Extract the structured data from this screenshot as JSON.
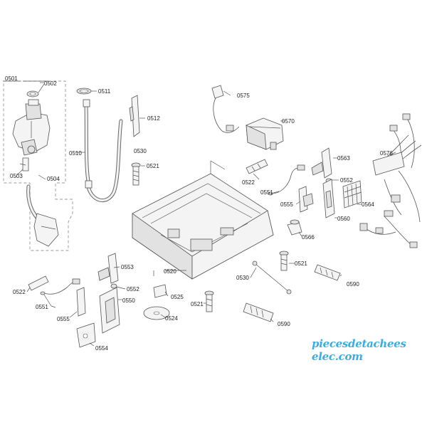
{
  "part_labels": [
    {
      "id": "l0501",
      "text": "0501"
    },
    {
      "id": "l0502",
      "text": "0502"
    },
    {
      "id": "l0503",
      "text": "0503"
    },
    {
      "id": "l0504",
      "text": "0504"
    },
    {
      "id": "l0510",
      "text": "0510"
    },
    {
      "id": "l0511",
      "text": "0511"
    },
    {
      "id": "l0512",
      "text": "0512"
    },
    {
      "id": "l0520",
      "text": "0520"
    },
    {
      "id": "l0521a",
      "text": "0521"
    },
    {
      "id": "l0521b",
      "text": "0521"
    },
    {
      "id": "l0521c",
      "text": "0521"
    },
    {
      "id": "l0522a",
      "text": "0522"
    },
    {
      "id": "l0522b",
      "text": "0522"
    },
    {
      "id": "l0524",
      "text": "0524"
    },
    {
      "id": "l0525",
      "text": "0525"
    },
    {
      "id": "l0530a",
      "text": "0530"
    },
    {
      "id": "l0530b",
      "text": "0530"
    },
    {
      "id": "l0550",
      "text": "0550"
    },
    {
      "id": "l0551a",
      "text": "0551"
    },
    {
      "id": "l0551b",
      "text": "0551"
    },
    {
      "id": "l0552a",
      "text": "0552"
    },
    {
      "id": "l0552b",
      "text": "0552"
    },
    {
      "id": "l0553",
      "text": "0553"
    },
    {
      "id": "l0554",
      "text": "0554"
    },
    {
      "id": "l0555a",
      "text": "0555"
    },
    {
      "id": "l0555b",
      "text": "0555"
    },
    {
      "id": "l0560",
      "text": "0560"
    },
    {
      "id": "l0563",
      "text": "0563"
    },
    {
      "id": "l0564",
      "text": "0564"
    },
    {
      "id": "l0566",
      "text": "0566"
    },
    {
      "id": "l0570",
      "text": "0570"
    },
    {
      "id": "l0575",
      "text": "0575"
    },
    {
      "id": "l0576",
      "text": "0576"
    },
    {
      "id": "l0590a",
      "text": "0590"
    },
    {
      "id": "l0590b",
      "text": "0590"
    }
  ],
  "watermark": "piecesdetachees elec.com"
}
